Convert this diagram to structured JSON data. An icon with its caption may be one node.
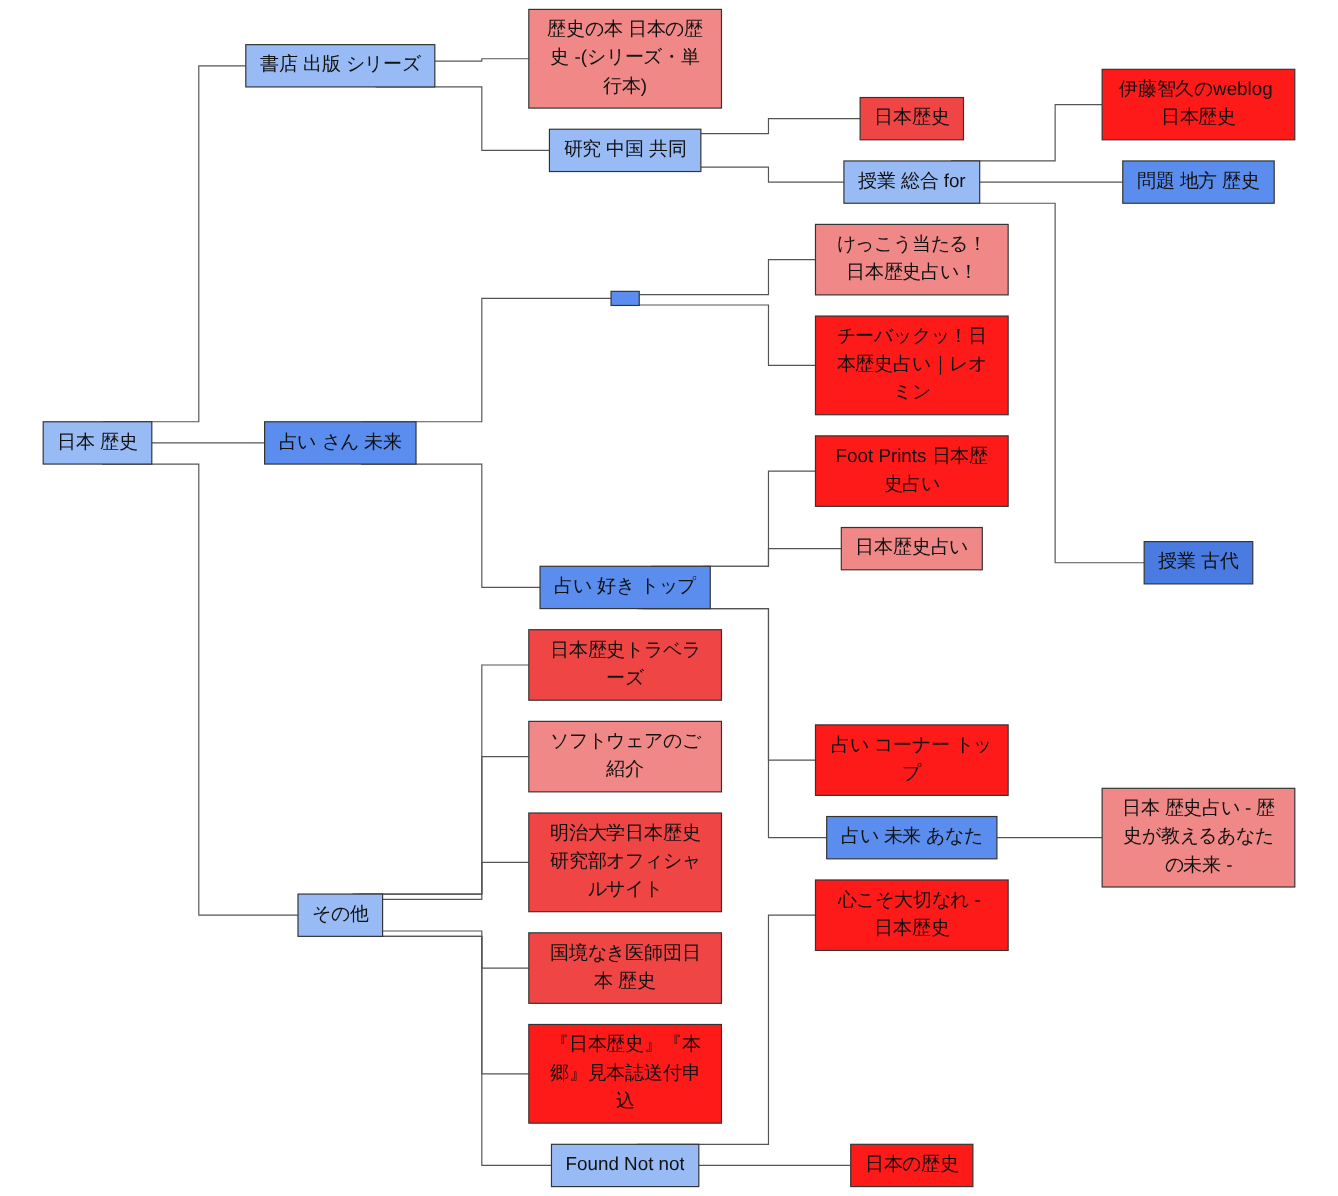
{
  "diagram": {
    "nodes": [
      {
        "text": [
          "日本 歴史"
        ]
      },
      {
        "text": [
          "書店 出版 シリーズ"
        ]
      },
      {
        "text": [
          "歴史の本 日本の歴史 -(シリーズ・単行本)"
        ]
      },
      {
        "text": [
          "研究 中国 共同"
        ]
      },
      {
        "text": [
          "日本歴史"
        ]
      },
      {
        "text": [
          "授業 総合 for"
        ]
      },
      {
        "text": [
          "伊藤智久のweblog 日本歴史"
        ]
      },
      {
        "text": [
          "問題 地方 歴史"
        ]
      },
      {
        "text": [
          "授業 古代"
        ]
      },
      {
        "text": [
          "占い さん 未来"
        ]
      },
      {
        "text": [],
        "shape": "box"
      },
      {
        "text": [
          "けっこう当たる！日本歴史占い！"
        ]
      },
      {
        "text": [
          "チーバックッ！日本歴史占い｜レオミン"
        ]
      },
      {
        "text": [
          "占い 好き トップ"
        ]
      },
      {
        "text": [
          "Foot Prints 日本歴史占い"
        ]
      },
      {
        "text": [
          "日本歴史占い"
        ]
      },
      {
        "text": [
          "占い コーナー トップ"
        ]
      },
      {
        "text": [
          "占い 未来 あなた"
        ]
      },
      {
        "text": [
          "日本 歴史占い - 歴史が教えるあなたの未来 -"
        ]
      },
      {
        "text": [
          "その他"
        ]
      },
      {
        "text": [
          "日本歴史トラベラーズ"
        ]
      },
      {
        "text": [
          "ソフトウェアのご紹介"
        ]
      },
      {
        "text": [
          "明治大学日本歴史研究部オフィシャルサイト"
        ]
      },
      {
        "text": [
          "国境なき医師団日本 歴史"
        ]
      },
      {
        "text": [
          "『日本歴史』『本郷』見本誌送付申込"
        ]
      },
      {
        "text": [
          "Found Not not"
        ]
      },
      {
        "text": [
          "心こそ大切なれ - 日本歴史"
        ]
      },
      {
        "text": [
          "日本の歴史"
        ]
      }
    ],
    "edges": [
      {
        "from": 0,
        "to": 1,
        "arrow": "none"
      },
      {
        "from": 1,
        "to": 2,
        "arrow": "none"
      },
      {
        "from": 1,
        "to": 3,
        "arrow": "none"
      },
      {
        "from": 3,
        "to": 4,
        "arrow": "none"
      },
      {
        "from": 3,
        "to": 5,
        "arrow": "none"
      },
      {
        "from": 5,
        "to": 6,
        "arrow": "none"
      },
      {
        "from": 5,
        "to": 7,
        "arrow": "none"
      },
      {
        "from": 5,
        "to": 8,
        "arrow": "none"
      },
      {
        "from": 0,
        "to": 19,
        "arrow": "none"
      },
      {
        "from": 19,
        "to": 20,
        "arrow": "none"
      },
      {
        "from": 19,
        "to": 21,
        "arrow": "none"
      },
      {
        "from": 19,
        "to": 22,
        "arrow": "none"
      },
      {
        "from": 19,
        "to": 23,
        "arrow": "none"
      },
      {
        "from": 19,
        "to": 24,
        "arrow": "none"
      },
      {
        "from": 19,
        "to": 25,
        "arrow": "none"
      },
      {
        "from": 25,
        "to": 26,
        "arrow": "none"
      },
      {
        "from": 25,
        "to": 27,
        "arrow": "none"
      },
      {
        "from": 0,
        "to": 9,
        "arrow": "none"
      },
      {
        "from": 9,
        "to": 10,
        "arrow": "none"
      },
      {
        "from": 10,
        "to": 11,
        "arrow": "none"
      },
      {
        "from": 10,
        "to": 12,
        "arrow": "none"
      },
      {
        "from": 9,
        "to": 13,
        "arrow": "none"
      },
      {
        "from": 13,
        "to": 14,
        "arrow": "none"
      },
      {
        "from": 13,
        "to": 15,
        "arrow": "none"
      },
      {
        "from": 13,
        "to": 16,
        "arrow": "none"
      },
      {
        "from": 13,
        "to": 17,
        "arrow": "none"
      },
      {
        "from": 17,
        "to": 18,
        "arrow": "none"
      }
    ]
  }
}
